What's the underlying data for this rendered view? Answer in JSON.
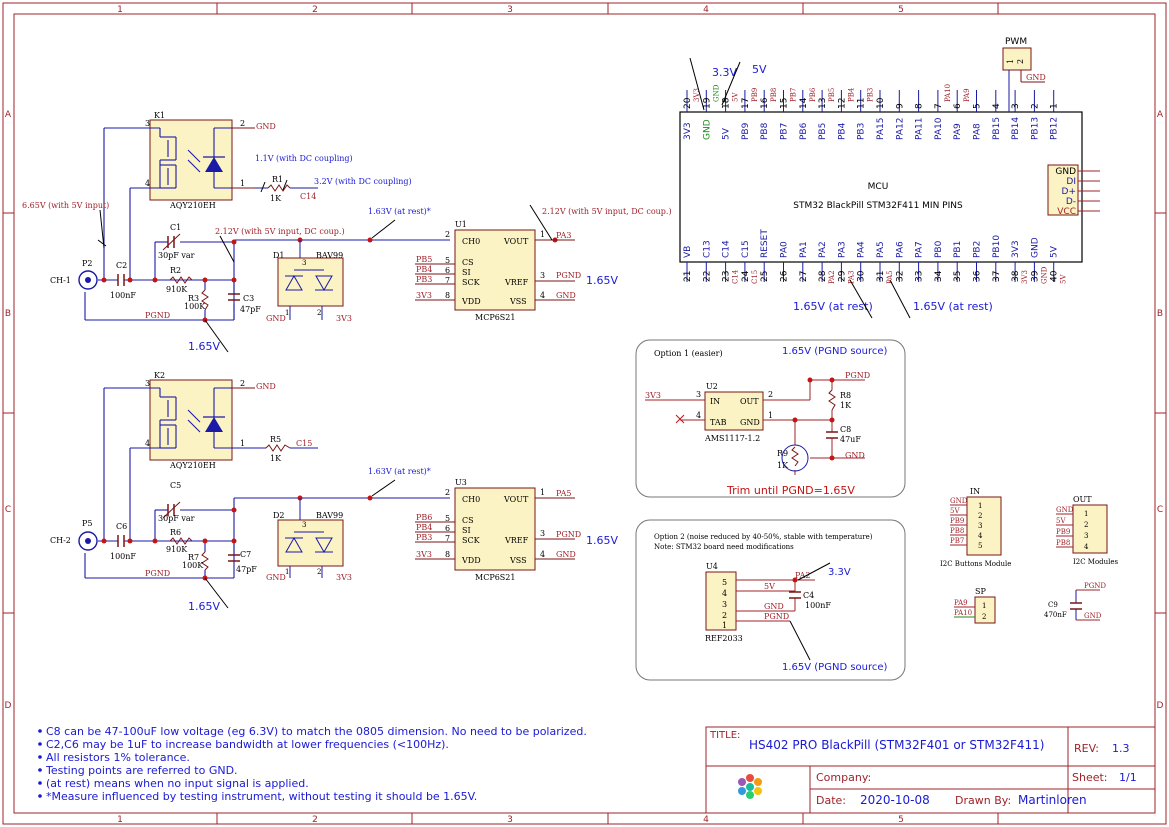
{
  "colors": {
    "frame": "#a0232b",
    "wire": "#1a1aa6",
    "part": "#7a1414",
    "comp_fill": "#fcf3c4",
    "note": "#1a1ad6",
    "green": "#1c8a1c"
  },
  "frame": {
    "cols": [
      "1",
      "2",
      "3",
      "4",
      "5"
    ],
    "rows": [
      "A",
      "B",
      "C",
      "D"
    ]
  },
  "channel1": {
    "relay": "K1",
    "relay_part": "AQY210EH",
    "relay_pins": [
      "3",
      "4",
      "2",
      "1"
    ],
    "r1": "R1",
    "r1_val": "1K",
    "r1_net": "C14",
    "tp_11": "1.1V (with DC coupling)",
    "tp_32": "3.2V (with DC coupling)",
    "tp_665": "6.65V (with 5V input)",
    "tp_212a": "2.12V (with 5V input, DC coup.)",
    "tp_163": "1.63V (at rest)*",
    "tp_212b": "2.12V (with 5V input, DC coup.)",
    "tp_165": "1.65V",
    "connector": "P2",
    "ch": "CH-1",
    "c2": "C2",
    "c2_val": "100nF",
    "c1": "C1",
    "c1_val": "30pF var",
    "r2": "R2",
    "r2_val": "910K",
    "r3": "R3",
    "r3_val": "100K",
    "c3": "C3",
    "c3_val": "47pF",
    "d1": "D1",
    "d1_part": "BAV99",
    "d_pins": [
      "3",
      "1",
      "2"
    ],
    "u1": "U1",
    "u1_part": "MCP6S21",
    "u_pins_l": [
      "CH0",
      "CS",
      "SI",
      "SCK",
      "VDD"
    ],
    "u_pins_r": [
      "VOUT",
      "VREF",
      "VSS"
    ],
    "u_nums_l": [
      "2",
      "5",
      "6",
      "7",
      "8"
    ],
    "u_nums_r": [
      "1",
      "3",
      "4"
    ],
    "nets_l": [
      "PB5",
      "PB4",
      "PB3",
      "3V3"
    ],
    "nets_r": [
      "PA3",
      "PGND",
      "GND"
    ],
    "vref_v": "1.65V",
    "gnd": "GND",
    "pgnd": "PGND",
    "v33": "3V3"
  },
  "channel2": {
    "relay": "K2",
    "relay_part": "AQY210EH",
    "r5": "R5",
    "r5_val": "1K",
    "r5_net": "C15",
    "connector": "P5",
    "ch": "CH-2",
    "c6": "C6",
    "c6_val": "100nF",
    "c5": "C5",
    "c5_val": "30pF var",
    "r6": "R6",
    "r6_val": "910K",
    "r7": "R7",
    "r7_val": "100K",
    "c7": "C7",
    "c7_val": "47pF",
    "d2": "D2",
    "d2_part": "BAV99",
    "u3": "U3",
    "u3_part": "MCP6S21",
    "nets_l": [
      "PB6",
      "PB4",
      "PB3",
      "3V3"
    ],
    "nets_r": [
      "PA5",
      "PGND",
      "GND"
    ],
    "tp_163": "1.63V (at rest)*",
    "vref_v": "1.65V",
    "tp_165": "1.65V"
  },
  "mcu": {
    "top_nums": [
      "20",
      "19",
      "18",
      "17",
      "16",
      "15",
      "14",
      "13",
      "12",
      "11",
      "10",
      "9",
      "8",
      "7",
      "6",
      "5",
      "4",
      "3",
      "2",
      "1"
    ],
    "top_pins": [
      "3V3",
      "GND",
      "5V",
      "PB9",
      "PB8",
      "PB7",
      "PB6",
      "PB5",
      "PB4",
      "PB3",
      "PA15",
      "PA12",
      "PA11",
      "PA10",
      "PA9",
      "PA8",
      "PB15",
      "PB14",
      "PB13",
      "PB12"
    ],
    "top_nets": [
      "3V3",
      "GND",
      "5V",
      "PB9",
      "PB8",
      "PB7",
      "PB6",
      "PB5",
      "PB4",
      "PB3",
      "",
      "",
      "",
      "PA10",
      "PA9",
      "",
      "",
      "",
      "",
      ""
    ],
    "bot_nums": [
      "21",
      "22",
      "23",
      "24",
      "25",
      "26",
      "27",
      "28",
      "29",
      "30",
      "31",
      "32",
      "33",
      "34",
      "35",
      "36",
      "37",
      "38",
      "39",
      "40"
    ],
    "bot_pins": [
      "VB",
      "C13",
      "C14",
      "C15",
      "RESET",
      "PA0",
      "PA1",
      "PA2",
      "PA3",
      "PA4",
      "PA5",
      "PA6",
      "PA7",
      "PB0",
      "PB1",
      "PB2",
      "PB10",
      "3V3",
      "GND",
      "5V"
    ],
    "bot_nets": [
      "",
      "",
      "C14",
      "C15",
      "",
      "",
      "",
      "PA2",
      "PA3",
      "",
      "PA5",
      "",
      "",
      "",
      "",
      "",
      "",
      "3V3",
      "GND",
      "5V"
    ],
    "title": "MCU",
    "subtitle": "STM32 BlackPill STM32F411 MIN PINS",
    "usb": [
      "GND",
      "DI",
      "D+",
      "D-",
      "VCC"
    ],
    "tp_33": "3.3V",
    "tp_5": "5V",
    "tp_rest1": "1.65V (at rest)",
    "tp_rest2": "1.65V (at rest)",
    "pwm": "PWM",
    "pwm_pins": [
      "1",
      "2"
    ],
    "pwm_gnd": "GND"
  },
  "opt1": {
    "title": "Option 1 (easier)",
    "u2": "U2",
    "u2_part": "AMS1117-1.2",
    "pins": [
      "IN",
      "OUT",
      "TAB",
      "GND"
    ],
    "nums": [
      "3",
      "2",
      "4",
      "1"
    ],
    "net_in": "3V3",
    "r8": "R8",
    "r8_val": "1K",
    "c8": "C8",
    "c8_val": "47uF",
    "r9": "R9",
    "r9_val": "1K",
    "pgnd": "PGND",
    "gnd": "GND",
    "tp": "1.65V (PGND source)",
    "trim": "Trim until PGND=1.65V"
  },
  "opt2": {
    "title": "Option 2 (noise reduced by 40-50%, stable with temperature)",
    "note": "Note: STM32 board need modifications",
    "u4": "U4",
    "u4_part": "REF2033",
    "nums": [
      "5",
      "4",
      "3",
      "2",
      "1"
    ],
    "v5": "5V",
    "pa2": "PA2",
    "gnd": "GND",
    "pgnd": "PGND",
    "c4": "C4",
    "c4_val": "100nF",
    "tp_33": "3.3V",
    "tp": "1.65V (PGND source)"
  },
  "modules": {
    "in_label": "IN",
    "in_pins": [
      "GND",
      "5V",
      "PB9",
      "PB8",
      "PB7"
    ],
    "in_nums": [
      "1",
      "2",
      "3",
      "4",
      "5"
    ],
    "in_title": "I2C Buttons Module",
    "out_label": "OUT",
    "out_pins": [
      "GND",
      "5V",
      "PB9",
      "PB8"
    ],
    "out_nums": [
      "1",
      "2",
      "3",
      "4"
    ],
    "out_title": "I2C Modules",
    "sp": "SP",
    "sp_pins": [
      "PA9",
      "PA10"
    ],
    "sp_nums": [
      "1",
      "2"
    ],
    "c9": "C9",
    "c9_val": "470nF",
    "c9_pgnd": "PGND",
    "c9_gnd": "GND"
  },
  "notes": [
    "C8 can be 47-100uF low voltage (eg 6.3V) to match the 0805 dimension. No need to be polarized.",
    "C2,C6 may be 1uF to increase bandwidth at lower frequencies (<100Hz).",
    "All resistors 1% tolerance.",
    "Testing points are referred to GND.",
    "(at rest) means when no input signal is applied.",
    "*Measure influenced by testing instrument, without testing it should be 1.65V."
  ],
  "titleblock": {
    "title_label": "TITLE:",
    "title": "HS402 PRO BlackPill (STM32F401 or STM32F411)",
    "rev_label": "REV:",
    "rev": "1.3",
    "company_label": "Company:",
    "sheet_label": "Sheet:",
    "sheet": "1/1",
    "date_label": "Date:",
    "date": "2020-10-08",
    "drawn_label": "Drawn By:",
    "drawn": "Martinloren"
  }
}
